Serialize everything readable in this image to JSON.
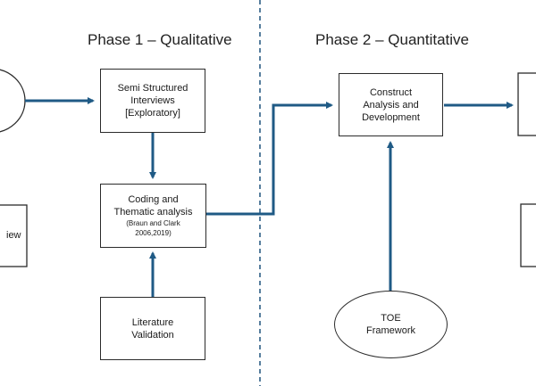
{
  "phases": {
    "phase1_title": "Phase 1 – Qualitative",
    "phase2_title": "Phase 2 – Quantitative"
  },
  "nodes": {
    "semi_structured": {
      "line1": "Semi Structured",
      "line2": "Interviews",
      "line3": "[Exploratory]"
    },
    "coding": {
      "line1": "Coding and",
      "line2": "Thematic analysis",
      "line3": "(Braun and Clark",
      "line4": "2006,2019)"
    },
    "literature": {
      "line1": "Literature",
      "line2": "Validation"
    },
    "construct": {
      "line1": "Construct",
      "line2": "Analysis and",
      "line3": "Development"
    },
    "toe": {
      "line1": "TOE",
      "line2": "Framework"
    },
    "left_partial_box": {
      "text": "iew"
    }
  },
  "colors": {
    "arrow": "#1f5a85",
    "divider": "#2e5f86",
    "border": "#2b2b2b"
  }
}
